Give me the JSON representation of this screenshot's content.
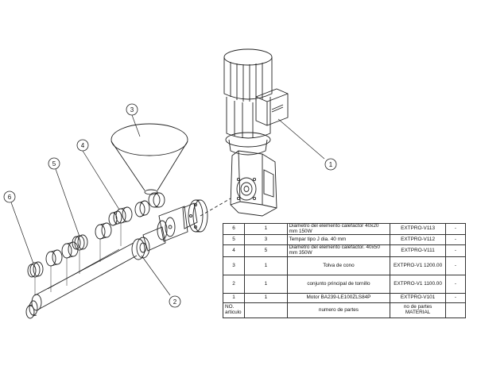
{
  "callouts": [
    {
      "id": "1",
      "label": "1"
    },
    {
      "id": "2",
      "label": "2"
    },
    {
      "id": "3",
      "label": "3"
    },
    {
      "id": "4",
      "label": "4"
    },
    {
      "id": "5",
      "label": "5"
    },
    {
      "id": "6",
      "label": "6"
    }
  ],
  "bom": {
    "rows": [
      {
        "item": "6",
        "qty": "1",
        "desc": "Diametro del elemento calefactor 40x20 mm 150W",
        "material": "EXTPRO-V113",
        "extra": "-"
      },
      {
        "item": "5",
        "qty": "3",
        "desc": "Tempar tipo J dia. 40 mm",
        "material": "EXTPRO-V112",
        "extra": "-"
      },
      {
        "item": "4",
        "qty": "5",
        "desc": "Diametro del elemento calefactor. 40x50 mm 350W",
        "material": "EXTPRO-V111",
        "extra": "-"
      },
      {
        "item": "3",
        "qty": "1",
        "desc": "Tolva de cono",
        "material": "EXTPRO-V1 1200.00",
        "extra": "-"
      },
      {
        "item": "2",
        "qty": "1",
        "desc": "conjunto principal de tornillo",
        "material": "EXTPRO-V1 1100.00",
        "extra": "-"
      },
      {
        "item": "1",
        "qty": "1",
        "desc": "Motor BA239-LE100ZLS84P",
        "material": "EXTPRO-V101",
        "extra": "-"
      }
    ],
    "header": {
      "item": "NO. articulo",
      "qty": "",
      "desc": "numero de partes",
      "material": "no de partes MATERIAL",
      "extra": ""
    }
  }
}
